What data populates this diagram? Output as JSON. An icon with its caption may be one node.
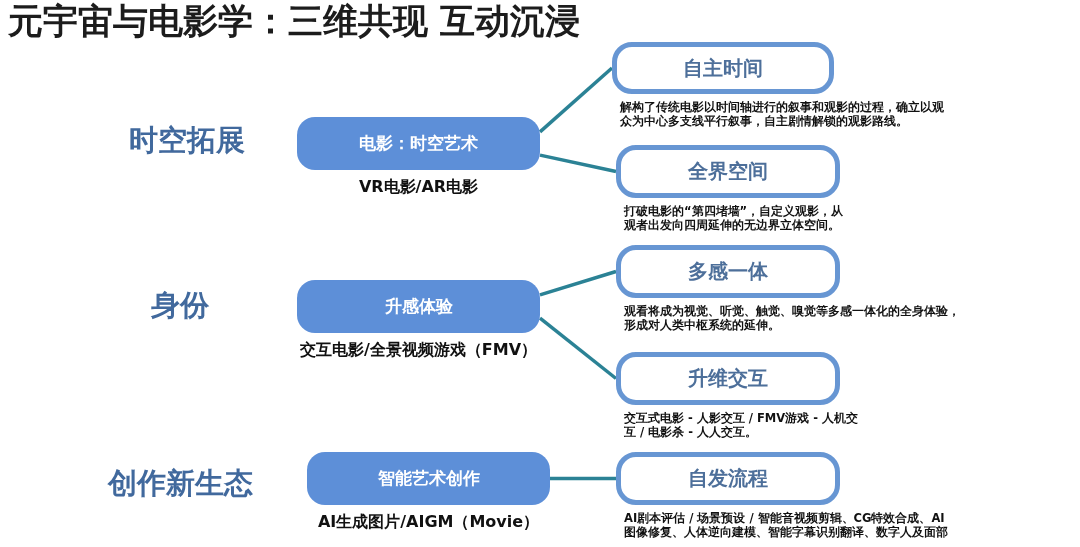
{
  "diagram": {
    "title": "元宇宙与电影学：三维共现 互动沉浸",
    "nodes": [
      {
        "text": [
          "电影：时空艺术"
        ],
        "beside": [
          "VR电影/AR电影"
        ]
      },
      {
        "text": [
          "自主时间"
        ],
        "beside": [
          "解构了传统电影以时间轴进行的叙事和观影的过程，确立以观众为中心多支线平行叙事，自主剧情解锁的观影路线。"
        ]
      },
      {
        "text": [
          "全界空间"
        ],
        "beside": [
          "打破电影的“第四堵墙”，自定义观影，从观者出发向四周延伸的无边界立体空间。"
        ]
      },
      {
        "text": [
          "升感体验"
        ],
        "beside": [
          "交互电影/全景视频游戏（FMV）"
        ]
      },
      {
        "text": [
          "多感一体"
        ],
        "beside": [
          "观看将成为视觉、听觉、触觉、嗅觉等多感一体化的全身体验，形成对人类中枢系统的延伸。"
        ]
      },
      {
        "text": [
          "升维交互"
        ],
        "beside": [
          "交互式电影 - 人影交互 / FMV游戏 - 人机交互 / 电影杀 - 人人交互。"
        ]
      },
      {
        "text": [
          "智能艺术创作"
        ],
        "beside": [
          "AI生成图片/AIGM（Movie）"
        ]
      },
      {
        "text": [
          "自发流程"
        ],
        "beside": [
          "AI剧本评估 / 场景预设 / 智能音视频剪辑、CG特效合成、AI图像修复、人体逆向建模、智能字幕识别翻译、数字人及面部"
        ]
      }
    ],
    "edges": [
      {
        "from": 0,
        "to": 1,
        "arrow": "none"
      },
      {
        "from": 0,
        "to": 2,
        "arrow": "none"
      },
      {
        "from": 3,
        "to": 4,
        "arrow": "none"
      },
      {
        "from": 3,
        "to": 5,
        "arrow": "none"
      },
      {
        "from": 6,
        "to": 7,
        "arrow": "none"
      }
    ],
    "labels": [
      "时空拓展",
      "身份",
      "创作新生态"
    ]
  }
}
